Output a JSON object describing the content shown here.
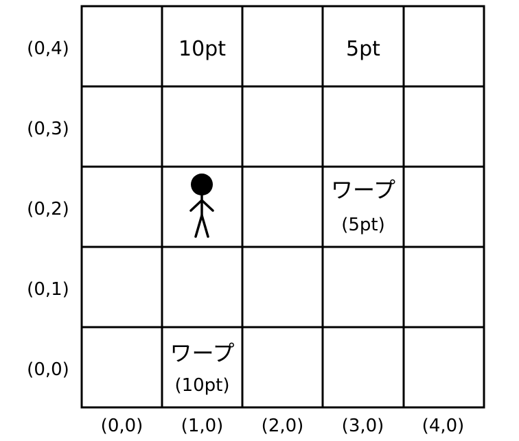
{
  "grid": {
    "cols": 5,
    "rows": 5,
    "line_color": "#000000",
    "background": "#ffffff"
  },
  "row_labels": [
    "(0,4)",
    "(0,3)",
    "(0,2)",
    "(0,1)",
    "(0,0)"
  ],
  "col_labels": [
    "(0,0)",
    "(1,0)",
    "(2,0)",
    "(3,0)",
    "(4,0)"
  ],
  "cells": {
    "r0c1": {
      "points": "10pt"
    },
    "r0c3": {
      "points": "5pt"
    },
    "r2c3": {
      "title": "ワープ",
      "points": "(5pt)"
    },
    "r4c1": {
      "title": "ワープ",
      "points": "(10pt)"
    }
  },
  "player": {
    "icon": "stick-figure-icon",
    "row": 2,
    "col": 1,
    "color": "#000000"
  }
}
